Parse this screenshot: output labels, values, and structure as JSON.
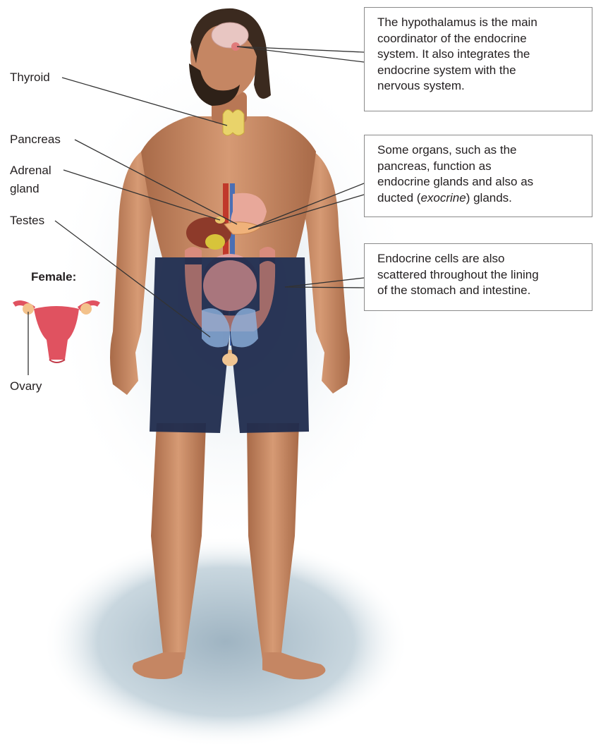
{
  "labels": {
    "thyroid": "Thyroid",
    "pancreas": "Pancreas",
    "adrenal_line1": "Adrenal",
    "adrenal_line2": "gland",
    "testes": "Testes",
    "female": "Female:",
    "ovary": "Ovary"
  },
  "callouts": {
    "hypothalamus": [
      "The hypothalamus is the main",
      "coordinator of the endocrine",
      "system. It also integrates the",
      "endocrine system with the",
      "nervous system."
    ],
    "pancreas": {
      "lines": [
        "Some organs, such as the",
        "pancreas, function as",
        "endocrine glands and also as"
      ],
      "last_prefix": "ducted (",
      "last_italic": "exocrine",
      "last_suffix": ") glands."
    },
    "cells": [
      "Endocrine cells are also",
      "scattered throughout the lining",
      "of the stomach and intestine."
    ]
  },
  "colors": {
    "skin": "#c98a64",
    "skin_shadow": "#a8694a",
    "hair": "#3b2a1f",
    "shorts": "#1f2b4d",
    "thyroid": "#e9d36a",
    "stomach": "#e8a89a",
    "intestine": "#d98b7d",
    "kidney": "#8fb3de",
    "ground": "#b8cbd6",
    "leader": "#333333"
  },
  "icons": {
    "body": "human-figure",
    "ovary": "uterus-ovary-illustration"
  }
}
